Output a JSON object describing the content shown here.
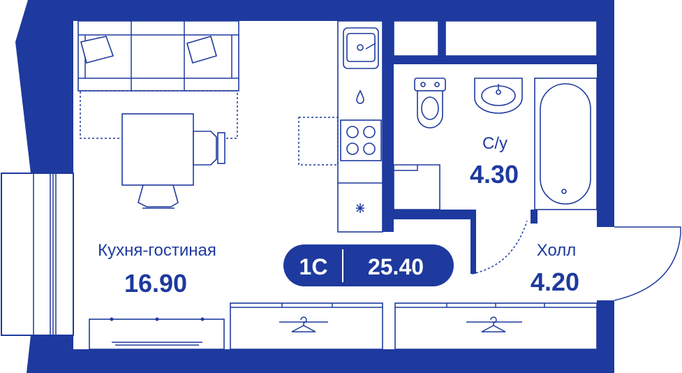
{
  "colors": {
    "wall": "#1e3a9e",
    "background": "#ffffff",
    "badge_text": "#ffffff"
  },
  "rooms": [
    {
      "id": "kitchen-living",
      "name": "Кухня-гостиная",
      "area": "16.90"
    },
    {
      "id": "bathroom",
      "name": "С/у",
      "area": "4.30"
    },
    {
      "id": "hall",
      "name": "Холл",
      "area": "4.20"
    }
  ],
  "badge": {
    "type": "1С",
    "total_area": "25.40"
  },
  "icons": [
    "sofa-icon",
    "armchair-icon",
    "sink-icon",
    "stove-icon",
    "fridge-icon",
    "toilet-icon",
    "bathtub-icon",
    "hanger-icon",
    "tv-icon",
    "window-icon",
    "water-drop-icon"
  ]
}
